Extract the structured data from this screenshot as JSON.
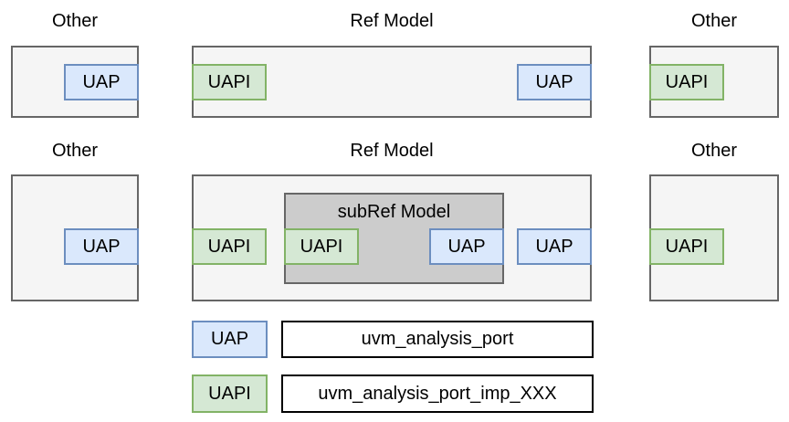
{
  "diagram": {
    "row1": {
      "left_title": "Other",
      "center_title": "Ref Model",
      "right_title": "Other"
    },
    "row2": {
      "left_title": "Other",
      "center_title": "Ref Model",
      "right_title": "Other",
      "subref_title": "subRef Model"
    },
    "port_labels": {
      "uap": "UAP",
      "uapi": "UAPI"
    }
  },
  "legend": {
    "uap": {
      "swatch": "UAP",
      "name": "uvm_analysis_port"
    },
    "uapi": {
      "swatch": "UAPI",
      "name": "uvm_analysis_port_imp_XXX"
    }
  },
  "colors": {
    "uap_fill": "#dae8fc",
    "uap_border": "#6c8ebf",
    "uapi_fill": "#d5e8d4",
    "uapi_border": "#82b366",
    "box_fill": "#f5f5f5",
    "box_border": "#666666",
    "subref_fill": "#cccccc",
    "legend_border": "#000000",
    "text": "#000000"
  }
}
